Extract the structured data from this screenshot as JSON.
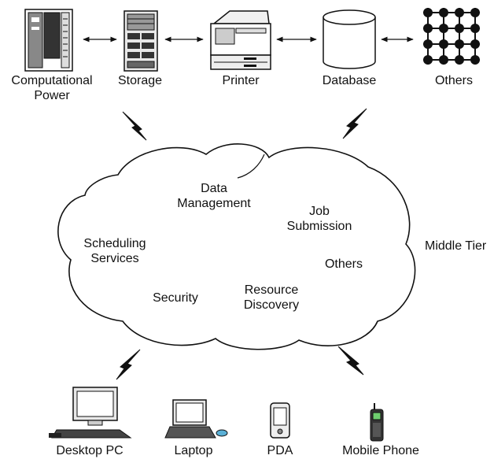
{
  "resources": {
    "computational_power": [
      "Computational",
      "Power"
    ],
    "storage": "Storage",
    "printer": "Printer",
    "database": "Database",
    "others": "Others"
  },
  "middle": {
    "data_management": [
      "Data",
      "Management"
    ],
    "job_submission": [
      "Job",
      "Submission"
    ],
    "scheduling_services": [
      "Scheduling",
      "Services"
    ],
    "others": "Others",
    "security": "Security",
    "resource_discovery": [
      "Resource",
      "Discovery"
    ],
    "tier_label": "Middle Tier"
  },
  "devices": {
    "desktop_pc": "Desktop PC",
    "laptop": "Laptop",
    "pda": "PDA",
    "mobile_phone": "Mobile Phone"
  },
  "icons": {
    "computational_power": "server-rack-icon",
    "storage": "storage-unit-icon",
    "printer": "printer-icon",
    "database": "database-cylinder-icon",
    "others": "grid-network-icon",
    "desktop_pc": "desktop-computer-icon",
    "laptop": "laptop-icon",
    "pda": "pda-icon",
    "mobile_phone": "mobile-phone-icon",
    "wireless_link": "lightning-bolt-icon"
  }
}
